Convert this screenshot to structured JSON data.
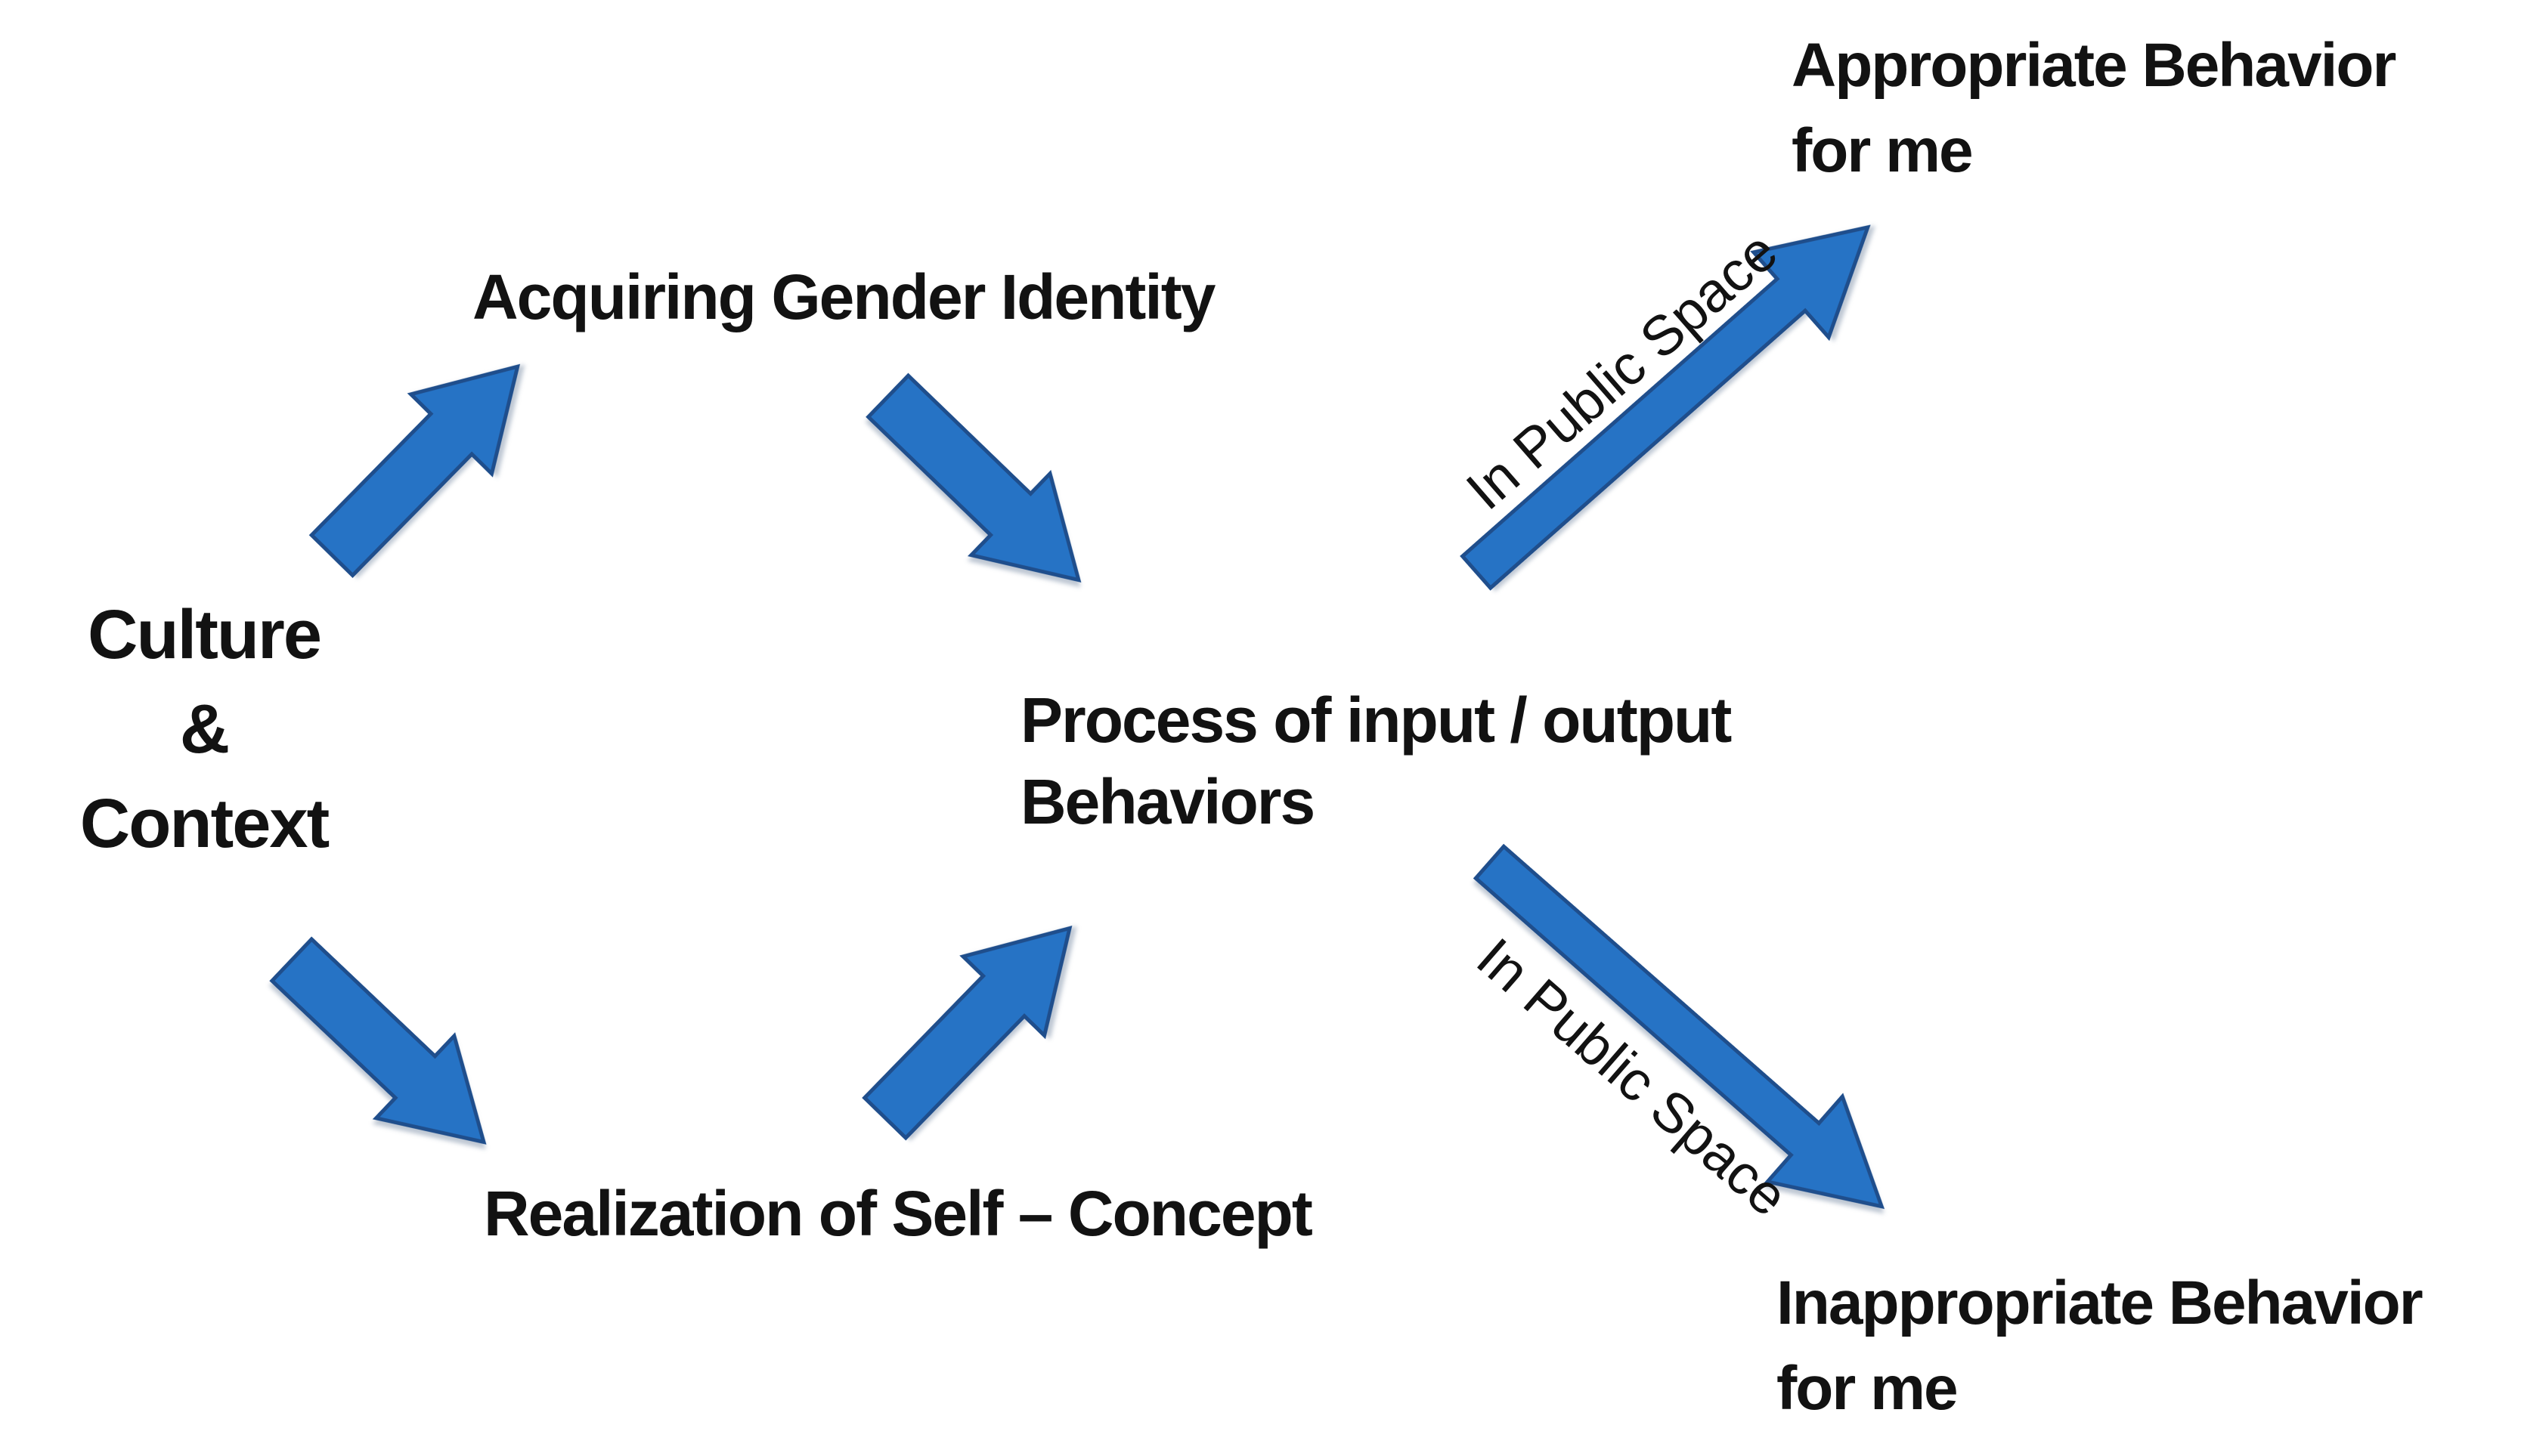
{
  "diagram": {
    "colors": {
      "arrow_fill": "#2673C5",
      "arrow_stroke": "#1F4E8C",
      "text": "#121212",
      "background": "#FFFFFF"
    },
    "nodes": {
      "culture": {
        "lines": [
          "Culture",
          "&",
          "Context"
        ]
      },
      "acquiring": {
        "label": "Acquiring Gender Identity"
      },
      "process": {
        "lines": [
          "Process of input / output",
          "Behaviors"
        ]
      },
      "realization": {
        "label": "Realization of Self – Concept"
      },
      "appropriate": {
        "lines": [
          "Appropriate Behavior",
          "for me"
        ]
      },
      "inappropriate": {
        "lines": [
          "Inappropriate Behavior",
          "for me"
        ]
      }
    },
    "arrows": [
      {
        "name": "culture-to-acquiring",
        "label": ""
      },
      {
        "name": "acquiring-to-process",
        "label": ""
      },
      {
        "name": "culture-to-realization",
        "label": ""
      },
      {
        "name": "realization-to-process",
        "label": ""
      },
      {
        "name": "process-to-appropriate",
        "label": "In Public Space"
      },
      {
        "name": "process-to-inappropriate",
        "label": "In Public Space"
      }
    ]
  }
}
